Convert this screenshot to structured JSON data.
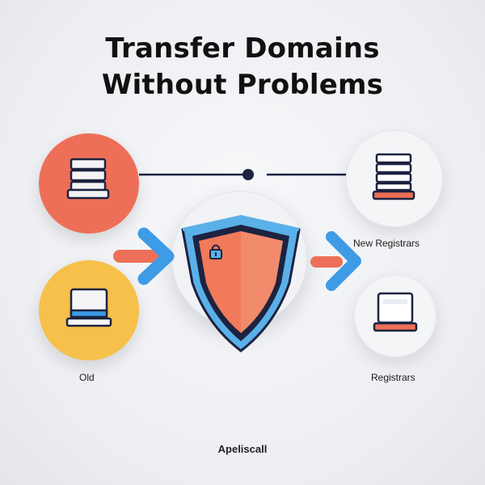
{
  "title": {
    "line1": "Transfer Domains",
    "line2": "Without Problems"
  },
  "labels": {
    "old": "Old",
    "new_registrars": "New Registrars",
    "registrars": "Registrars",
    "brand": "Apeliscall"
  },
  "colors": {
    "red": "#ee6f58",
    "yellow": "#f7c04a",
    "blue": "#3e9be6",
    "navy": "#1c2340",
    "shield_orange": "#f07a5a",
    "shield_blue": "#5ab0e8"
  },
  "icons": [
    "server-icon",
    "laptop-icon",
    "shield-icon",
    "lock-icon",
    "arrow-right-icon"
  ]
}
